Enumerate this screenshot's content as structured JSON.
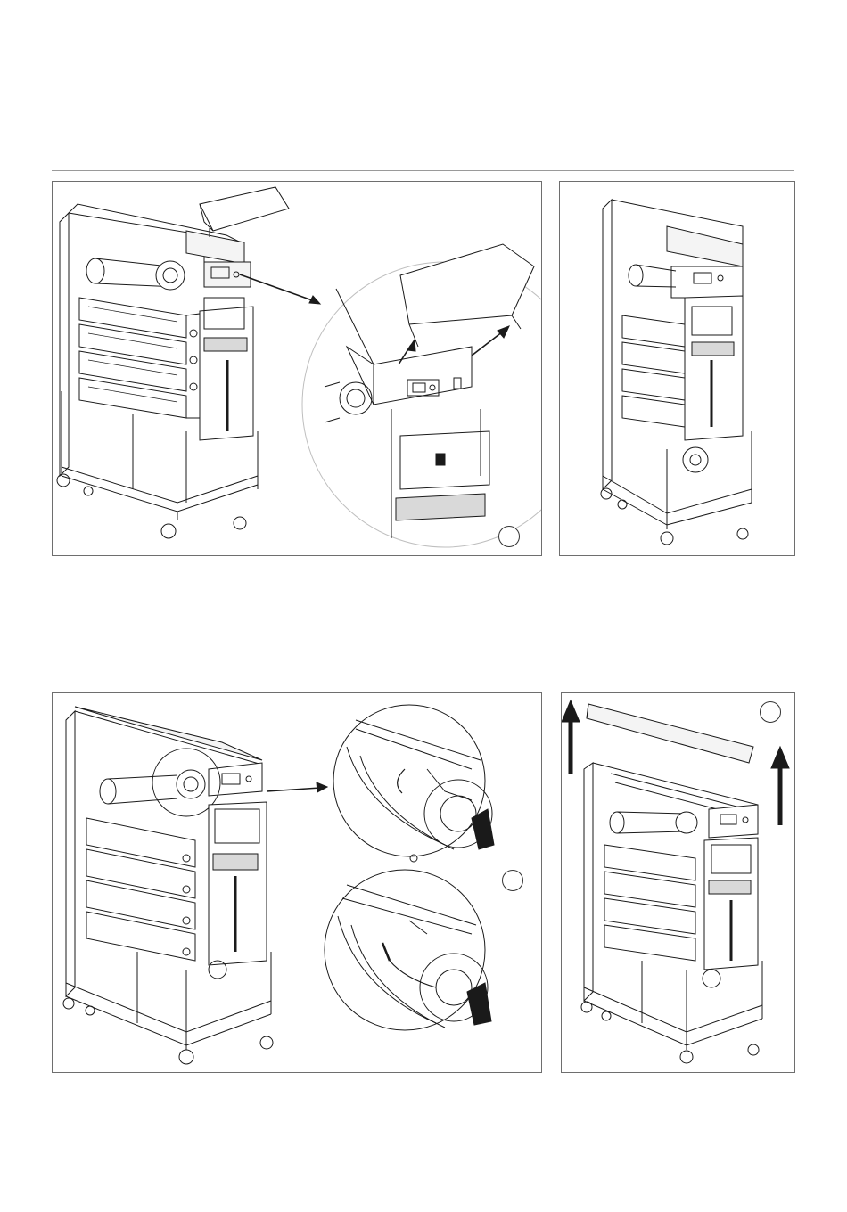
{
  "page": {
    "figures": [
      {
        "id": "fig-1",
        "markers": [
          "cover-lift-arrow",
          "zoom-arrow",
          "step-marker"
        ],
        "step_label": ""
      },
      {
        "id": "fig-2",
        "markers": [],
        "step_label": ""
      },
      {
        "id": "fig-3",
        "markers": [
          "zoom-arrow",
          "step-marker"
        ],
        "step_label": ""
      },
      {
        "id": "fig-4",
        "markers": [
          "lift-arrow-left",
          "lift-arrow-right",
          "step-marker"
        ],
        "step_label": ""
      }
    ]
  },
  "colors": {
    "line": "#1a1a1a",
    "rule": "#9a9a9a",
    "frame": "#6e6e6e",
    "fill_light": "#f4f4f4",
    "fill_mid": "#d9d9d9"
  }
}
